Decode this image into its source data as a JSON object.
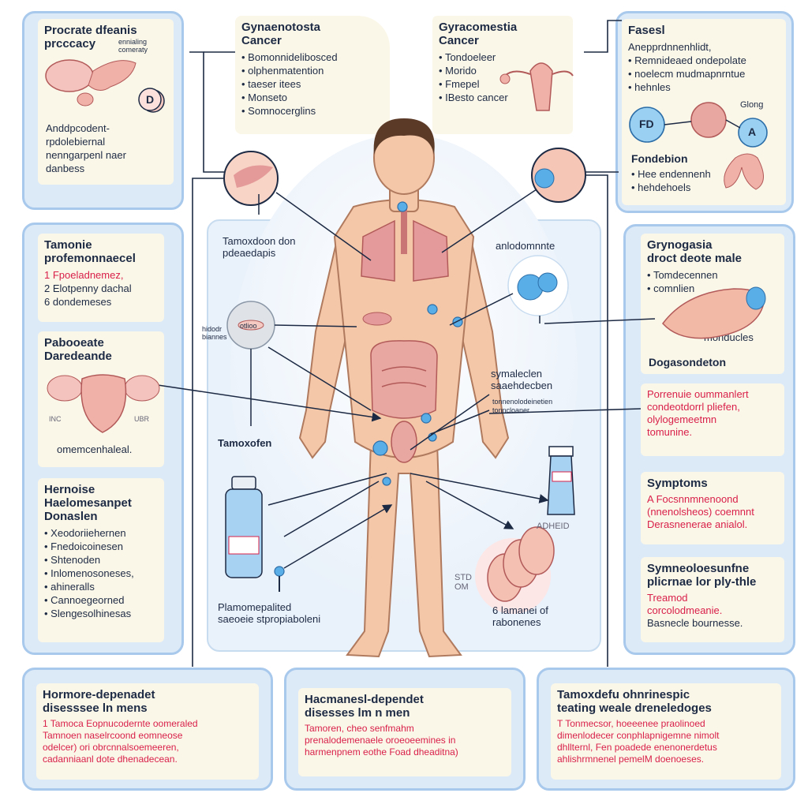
{
  "top_left": {
    "title": "Procrate dfeanis\nprcccacy",
    "small_label": "ennialing\ncomeraty",
    "badge": "D",
    "lines": [
      "Anddpcodent-",
      "rpdolebiernal",
      "nenngarpenl naer",
      "danbess"
    ]
  },
  "top_center_left": {
    "title": "Gynaenotosta\nCancer",
    "items": [
      "Bomonnidelibosced",
      "olphenmatention",
      "taeser itees",
      "Monseto",
      "Somnocerglins"
    ]
  },
  "top_center_right": {
    "title": "Gyracomestia\nCancer",
    "items": [
      "Tondoeleer",
      "Morido",
      "Fmepel",
      "IBesto cancer"
    ]
  },
  "top_right": {
    "title": "Fasesl",
    "items": [
      "Anepprdnnenhlidt,",
      "Remnideaed ondepolate",
      "noelecm mudmapnrntue",
      "hehnles"
    ],
    "badge_left": "FD",
    "badge_right": "A",
    "tag": "Glong",
    "sub_title": "Fondebion",
    "sub_items": [
      "Hee endennenh",
      "hehdehoels"
    ]
  },
  "left_1": {
    "title": "Tamonie\nprofemonnaecel",
    "lines": [
      "1 Fpoeladnemez,",
      "2 Elotpenny dachal",
      "6 dondemeses"
    ]
  },
  "left_2": {
    "title": "Pabooeate\nDaredeande",
    "label_left": "INC",
    "label_right": "UBR",
    "caption": "omemcenhaleal."
  },
  "left_3": {
    "title": "Hernoise\nHaelomesanpet\nDonaslen",
    "items": [
      "Xeodoriiehernen",
      "Fnedoicoinesen",
      "Shtenoden",
      "Inlomenosoneses,",
      "ahineralls",
      "Cannoegeorned",
      "Slengesolhinesas"
    ]
  },
  "right_1": {
    "title": "Grynogasia\ndroct deote male",
    "items": [
      "Tomdecennen",
      "comnlien"
    ],
    "callout": "monducles",
    "footer": "Dogasondeton"
  },
  "right_2": {
    "text": "Porrenuie oummanlert\ncondeotdorrl pliefen,\nolylogemeetmn\ntomunine."
  },
  "right_3": {
    "title": "Symptoms",
    "text": "A Focsnnmnenoond\n(nnenolsheos) coemnnt\nDerasnenerae anialol."
  },
  "right_4": {
    "title": "Symneoloesunfne\nplicrnae lor ply-thle",
    "text": "Treamod\ncorcolodmeanie.",
    "footer": "Basnecle bournesse."
  },
  "bottom_1": {
    "title": "Hormore-depenadet\ndisesssee ln  mens",
    "text": "1 Tamoca Eopnucodernte oomeraled\nTamnoen naselrcoond eomneose\nodelcer) ori obrcnnalsoemeeren,\ncadanniaanl dote dhenadecean."
  },
  "bottom_2": {
    "title": "Hacmanesl-dependet\ndisesses lm n men",
    "text": "Tamoren, cheo senfmahm\nprenalodemenaele oroeoeemines in\nharmenpnem eothe Foad dheaditna)"
  },
  "bottom_3": {
    "title": "Tamoxdefu ohnrinespic\nteating weale dreneledoges",
    "text": "T Tonmecsor, hoeeenee praolinoed\ndimenlodecer conphlapnigemne nimolt\ndhllternl, Fen poadede enenonerdetus\nahlishrmnenel pemelM doenoeses."
  },
  "center_labels": {
    "panel_title": "Tamoxdoon don\npdeaedapis",
    "circle_label": "otlioo",
    "side_label": "hidodr\nbiannes",
    "tamoxifen": "Tamoxofen",
    "bottle_label": "Plamomepalited\nsaeoeie stpropiaboleni",
    "autoantibody": "anlodomnnte",
    "right_side": "symaleclen\nsaaehdecben",
    "side_small": "tonnenolodeinetien\ntonncloaner",
    "tube_label": "ADHEID",
    "side_right_small": "STD\nOM",
    "capsule_caption": "6 lamanei of\nrabonenes"
  },
  "colors": {
    "panel_fill": "#dceaf8",
    "panel_border": "#a9c9ec",
    "card_fill": "#fbf7e8",
    "accent_red": "#d8204a",
    "skin": "#f4c7a8",
    "organ_blue": "#5aaee8"
  }
}
